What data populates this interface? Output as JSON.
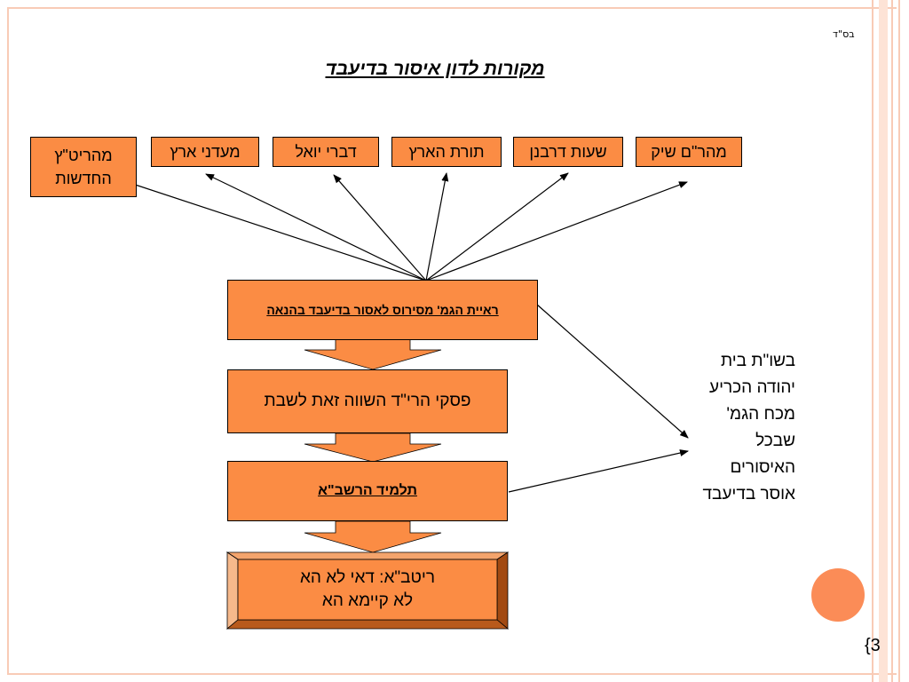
{
  "corner_mark": "בס\"ד",
  "title": "מקורות לדון איסור בדיעבד",
  "sources": [
    {
      "id": "maharam-shik",
      "label": "מהר\"ם שיק"
    },
    {
      "id": "shaot-derabanan",
      "label": "שעות דרבנן"
    },
    {
      "id": "torat-haaretz",
      "label": "תורת הארץ"
    },
    {
      "id": "divrei-yoel",
      "label": "דברי יואל"
    },
    {
      "id": "maadanei-eretz",
      "label": "מעדני ארץ"
    }
  ],
  "maharitz": {
    "line1": "מהריט\"ץ",
    "line2": "החדשות"
  },
  "flow": {
    "step1": "ראיית הגמ' מסירוס לאסור בדיעבד בהנאה",
    "step2": "פסקי הרי\"ד השווה זאת לשבת",
    "step3": "תלמיד הרשב\"א",
    "step4_line1": "ריטב\"א: דאי לא הא",
    "step4_line2": "לא קיימא הא"
  },
  "side_note_lines": [
    "בשו\"ת בית",
    "יהודה הכריע",
    "מכח הגמ'",
    "שבכל",
    "האיסורים",
    "אוסר בדיעבד"
  ],
  "page_number": "{3",
  "colors": {
    "box_fill": "#fb8c44",
    "arrow_fill": "#fb8c44",
    "frame": "#f8cbb6",
    "circle": "#fb8c57"
  }
}
